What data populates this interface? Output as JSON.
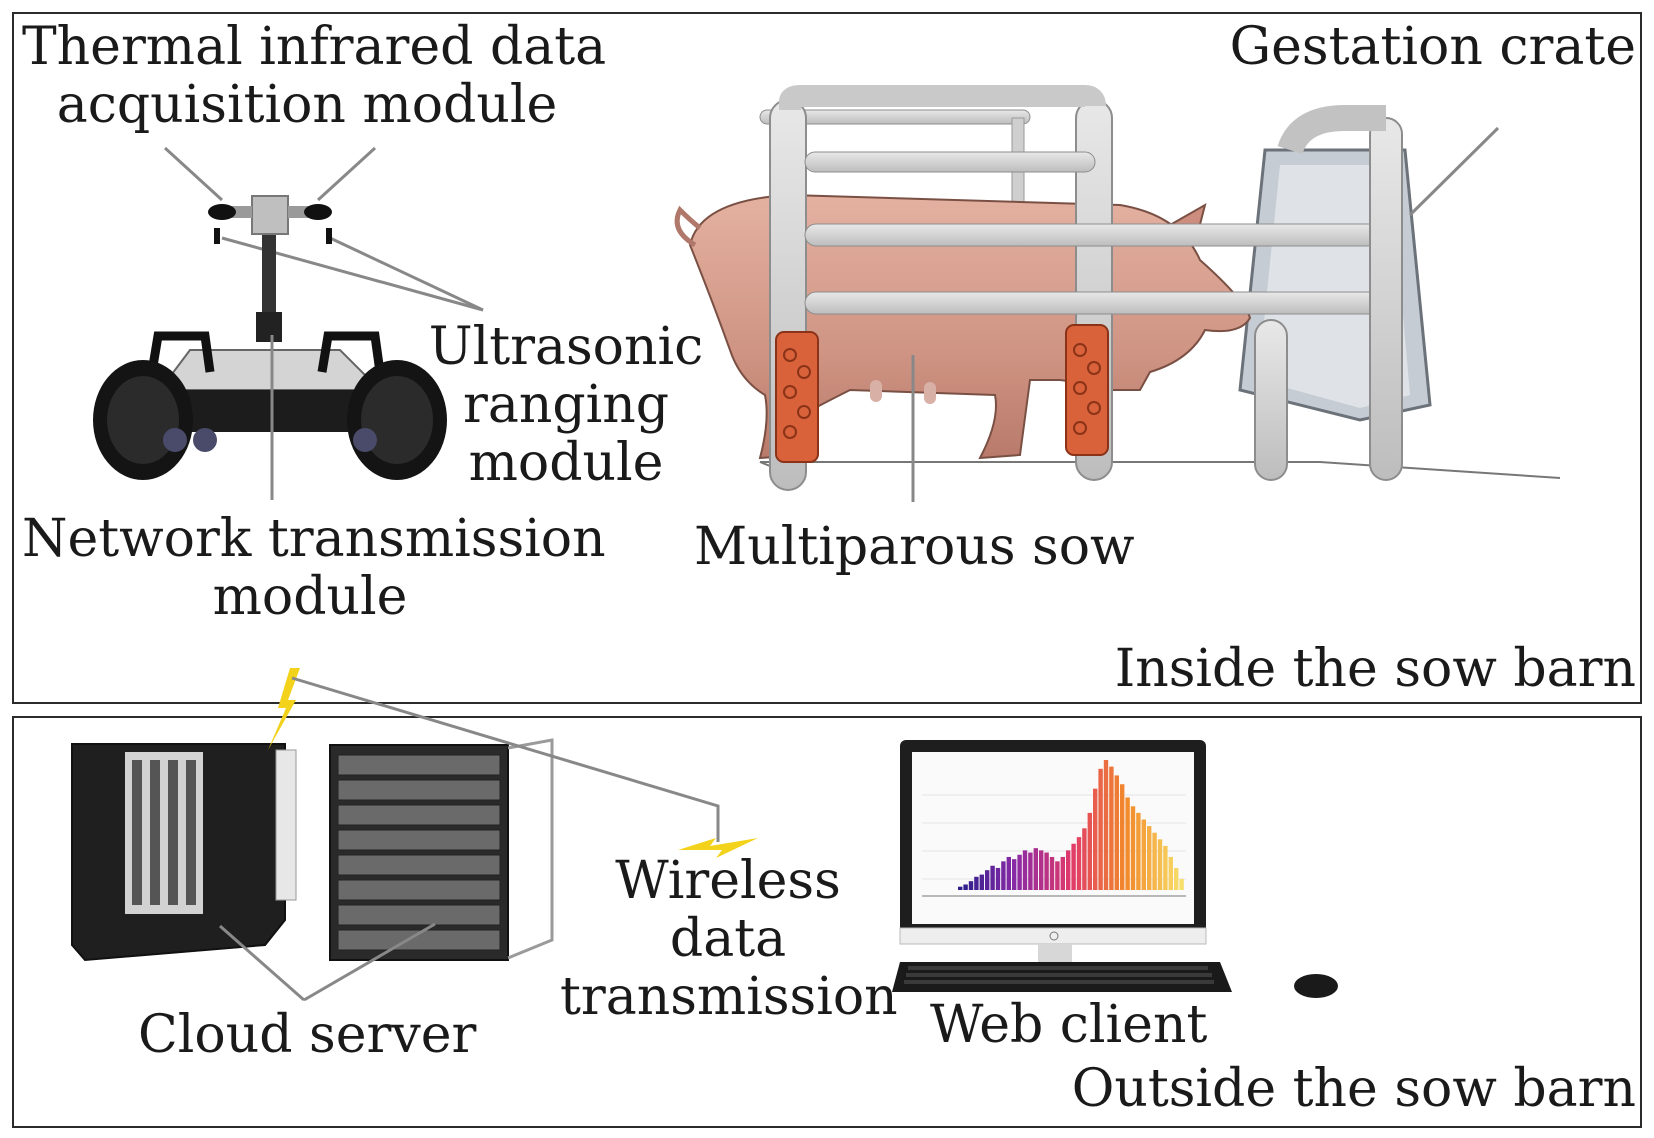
{
  "inside": {
    "title": "Inside the sow barn",
    "thermal_module": [
      "Thermal infrared data",
      "acquisition module"
    ],
    "ultrasonic_module": [
      "Ultrasonic",
      "ranging",
      "module"
    ],
    "network_module": [
      "Network transmission",
      "module"
    ],
    "sow": "Multiparous sow",
    "crate": "Gestation crate"
  },
  "outside": {
    "title": "Outside the sow barn",
    "cloud_server": "Cloud server",
    "wireless": [
      "Wireless",
      "data",
      "transmission"
    ],
    "web_client": "Web client",
    "monitor_histogram": {
      "values": [
        3,
        5,
        8,
        12,
        14,
        18,
        22,
        20,
        26,
        30,
        28,
        32,
        36,
        34,
        38,
        36,
        34,
        30,
        26,
        30,
        36,
        42,
        48,
        56,
        70,
        92,
        110,
        118,
        112,
        104,
        96,
        84,
        76,
        70,
        64,
        58,
        52,
        46,
        40,
        30,
        20,
        10
      ]
    }
  },
  "colors": {
    "border": "#2b2b2b",
    "pig_body": "#d7a090",
    "crate_bar": "#cfcfcf",
    "sensor_orange": "#d9623a",
    "lightning": "#f3d21b",
    "server_dark": "#1f1f1f"
  }
}
